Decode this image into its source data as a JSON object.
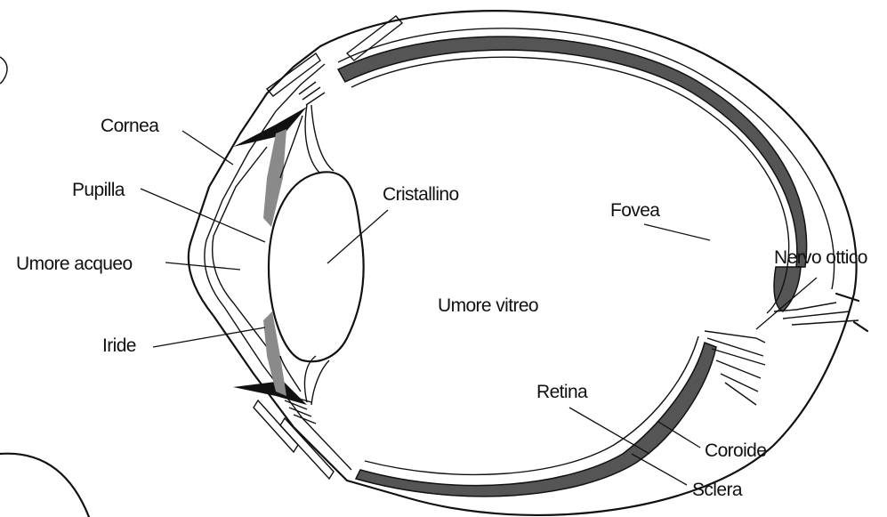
{
  "labels": {
    "cornea": "Cornea",
    "pupilla": "Pupilla",
    "umore_acqueo": "Umore acqueo",
    "iride": "Iride",
    "cristallino": "Cristallino",
    "umore_vitreo": "Umore vitreo",
    "fovea": "Fovea",
    "nervo_ottico": "Nervo ottico",
    "retina": "Retina",
    "coroide": "Coroide",
    "sclera": "Sclera"
  },
  "colors": {
    "line": "#111111",
    "choroid": "#555555",
    "iris": "#8a8a8a"
  }
}
